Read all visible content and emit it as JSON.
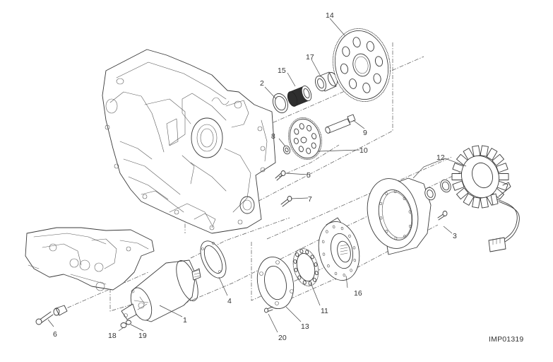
{
  "diagram": {
    "title": "Exploded view — starter motor, starter gears and generator",
    "reference_code": "IMP01319",
    "callouts": [
      {
        "number": "1",
        "part": "starter-motor"
      },
      {
        "number": "2",
        "part": "washer"
      },
      {
        "number": "3",
        "part": "stator-screw"
      },
      {
        "number": "4",
        "part": "starter-gasket"
      },
      {
        "number": "5",
        "part": "screw"
      },
      {
        "number": "6",
        "part": "starter-mounting-screw"
      },
      {
        "number": "7",
        "part": "screw"
      },
      {
        "number": "8",
        "part": "bushing"
      },
      {
        "number": "9",
        "part": "idler-gear-pin"
      },
      {
        "number": "10",
        "part": "idler-gear"
      },
      {
        "number": "11",
        "part": "freewheel-clutch"
      },
      {
        "number": "12",
        "part": "generator-stator"
      },
      {
        "number": "13",
        "part": "retaining-plate"
      },
      {
        "number": "14",
        "part": "starter-driven-gear"
      },
      {
        "number": "15",
        "part": "needle-roller-bearing"
      },
      {
        "number": "16",
        "part": "flywheel-hub"
      },
      {
        "number": "17",
        "part": "bushing-spacer"
      },
      {
        "number": "18",
        "part": "nut"
      },
      {
        "number": "19",
        "part": "washer"
      },
      {
        "number": "20",
        "part": "screw"
      }
    ]
  }
}
